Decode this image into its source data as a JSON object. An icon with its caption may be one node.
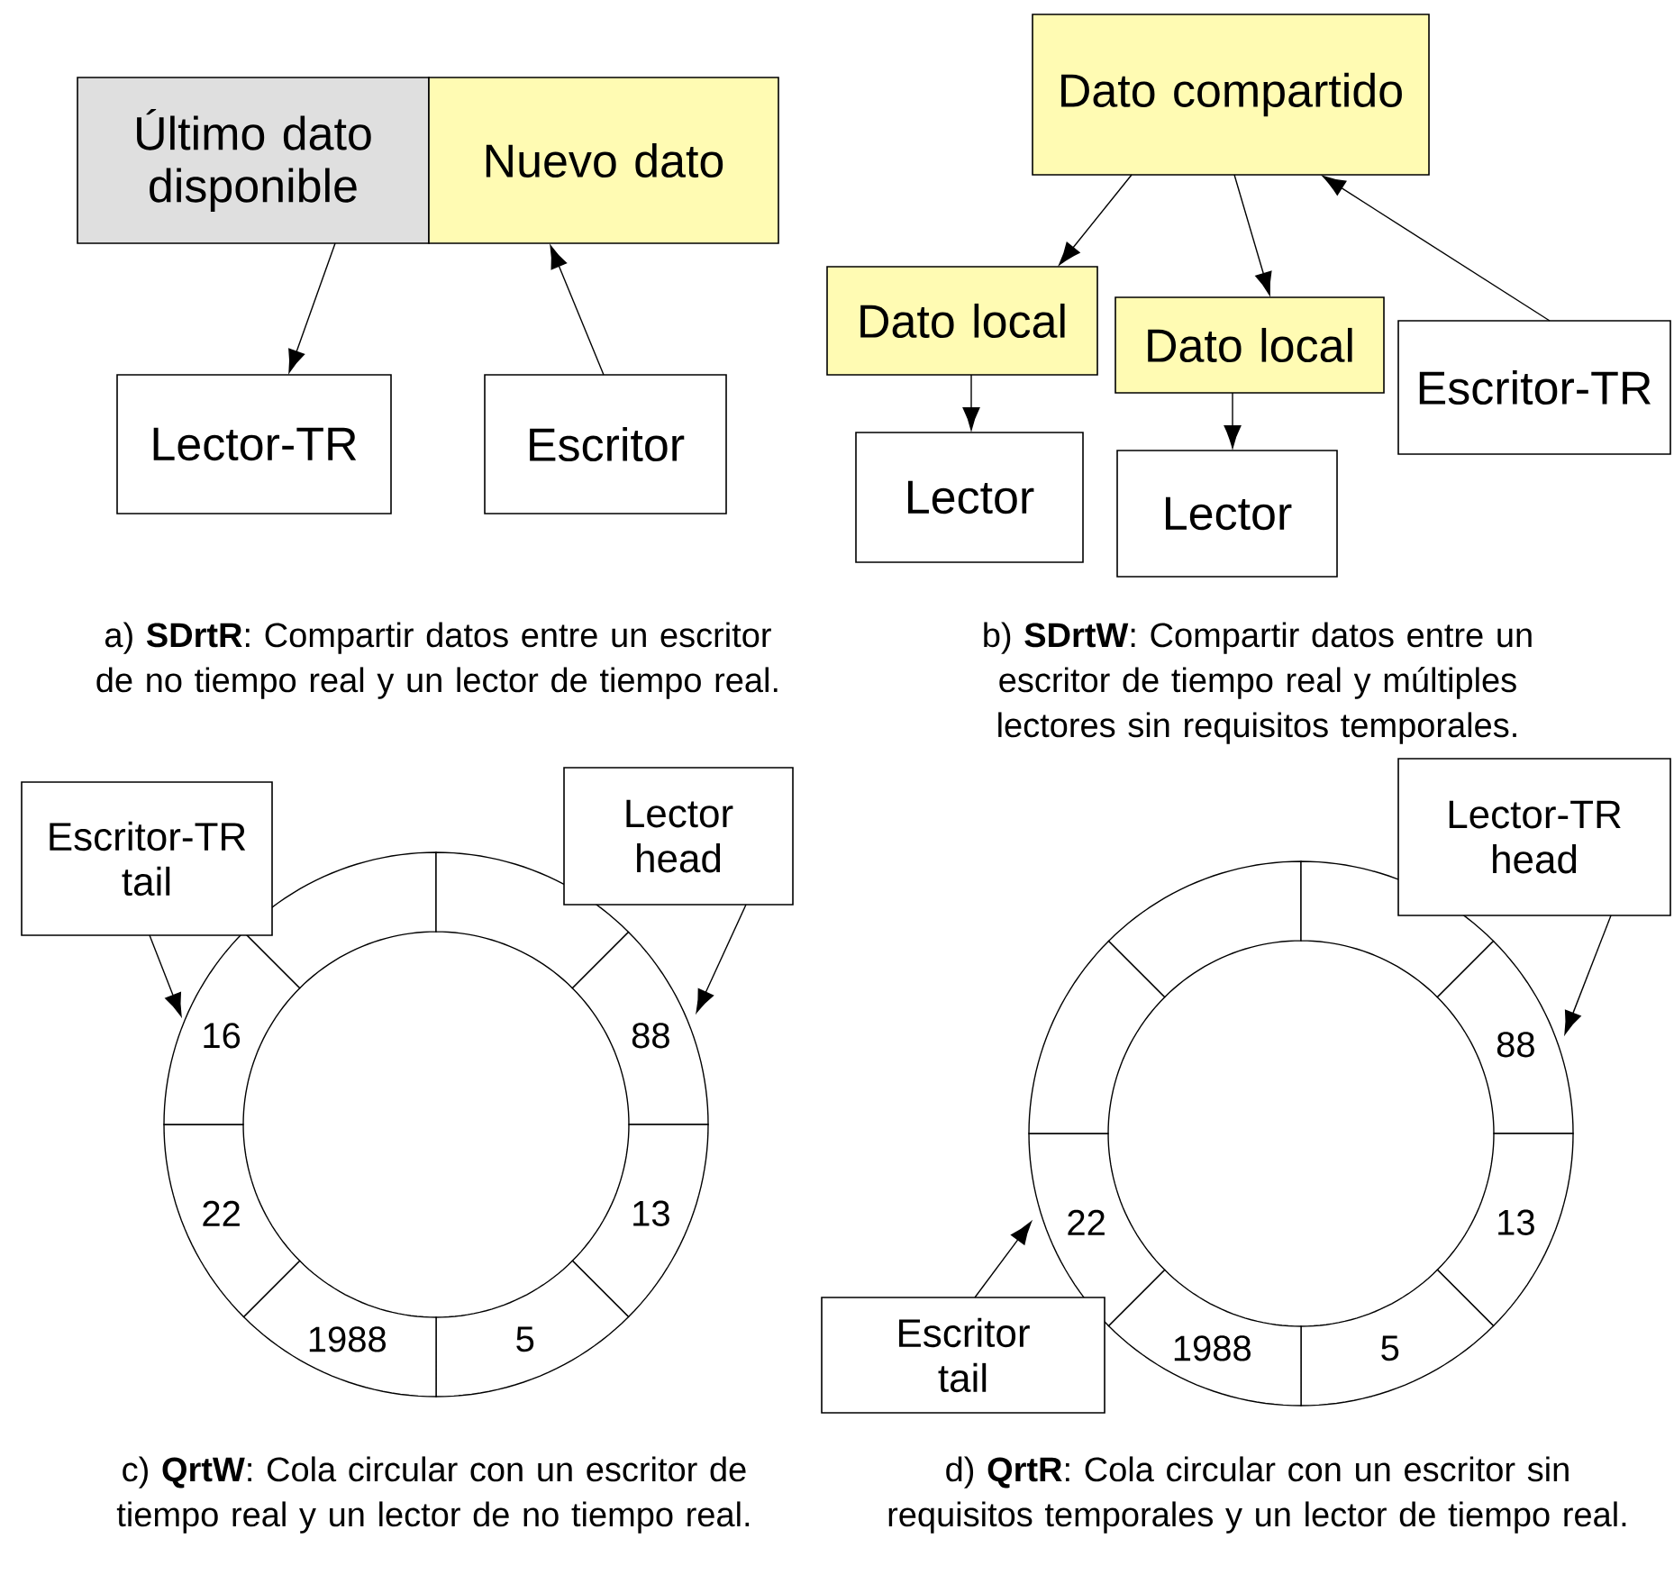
{
  "diagram": {
    "nodes": [
      {
        "text": [
          "Último dato disponible"
        ]
      },
      {
        "text": [
          "Nuevo dato"
        ]
      },
      {
        "text": [
          "Lector-TR"
        ]
      },
      {
        "text": [
          "Escritor"
        ]
      },
      {
        "text": [
          "Dato compartido"
        ]
      },
      {
        "text": [
          "Dato local"
        ]
      },
      {
        "text": [
          "Dato local"
        ]
      },
      {
        "text": [
          "Lector"
        ]
      },
      {
        "text": [
          "Lector"
        ]
      },
      {
        "text": [
          "Escritor-TR"
        ]
      },
      {
        "text": [
          "Escritor-TR",
          "tail"
        ]
      },
      {
        "text": [
          "Lector",
          "head"
        ]
      },
      {
        "text": [],
        "shape": "segment"
      },
      {
        "text": [],
        "shape": "segment"
      },
      {
        "text": [
          "88"
        ]
      },
      {
        "text": [
          "13"
        ]
      },
      {
        "text": [
          "5"
        ]
      },
      {
        "text": [
          "1988"
        ]
      },
      {
        "text": [
          "22"
        ]
      },
      {
        "text": [
          "16"
        ]
      },
      {
        "text": [
          "Lector-TR",
          "head"
        ]
      },
      {
        "text": [],
        "shape": "segment"
      },
      {
        "text": [],
        "shape": "segment"
      },
      {
        "text": [
          "88"
        ]
      },
      {
        "text": [
          "13"
        ]
      },
      {
        "text": [
          "5"
        ]
      },
      {
        "text": [
          "1988"
        ]
      },
      {
        "text": [
          "22"
        ]
      },
      {
        "text": [],
        "shape": "segment"
      },
      {
        "text": [
          "Escritor",
          "tail"
        ]
      }
    ],
    "edges": [
      {
        "from": 0,
        "to": 2,
        "arrow": "to"
      },
      {
        "from": 3,
        "to": 1,
        "arrow": "to"
      },
      {
        "from": 4,
        "to": 5,
        "arrow": "to"
      },
      {
        "from": 4,
        "to": 6,
        "arrow": "to"
      },
      {
        "from": 5,
        "to": 7,
        "arrow": "to"
      },
      {
        "from": 6,
        "to": 8,
        "arrow": "to"
      },
      {
        "from": 9,
        "to": 4,
        "arrow": "to"
      },
      {
        "from": 10,
        "to": 19,
        "arrow": "to"
      },
      {
        "from": 11,
        "to": 14,
        "arrow": "to"
      },
      {
        "from": 20,
        "to": 23,
        "arrow": "to"
      },
      {
        "from": 29,
        "to": 27,
        "arrow": "to"
      }
    ],
    "labels": [
      "a) **SDrtR**: Compartir datos entre un escritor de no tiempo real y un lector de tiempo real.",
      "b) **SDrtW**: Compartir datos entre un escritor de tiempo real y múltiples lectores sin requisitos temporales.",
      "c) **QrtW**: Cola circular con un escritor de tiempo real y un lector de no tiempo real.",
      "d) **QrtR**: Cola circular con un escritor sin requisitos temporales y un lector de tiempo real."
    ]
  }
}
